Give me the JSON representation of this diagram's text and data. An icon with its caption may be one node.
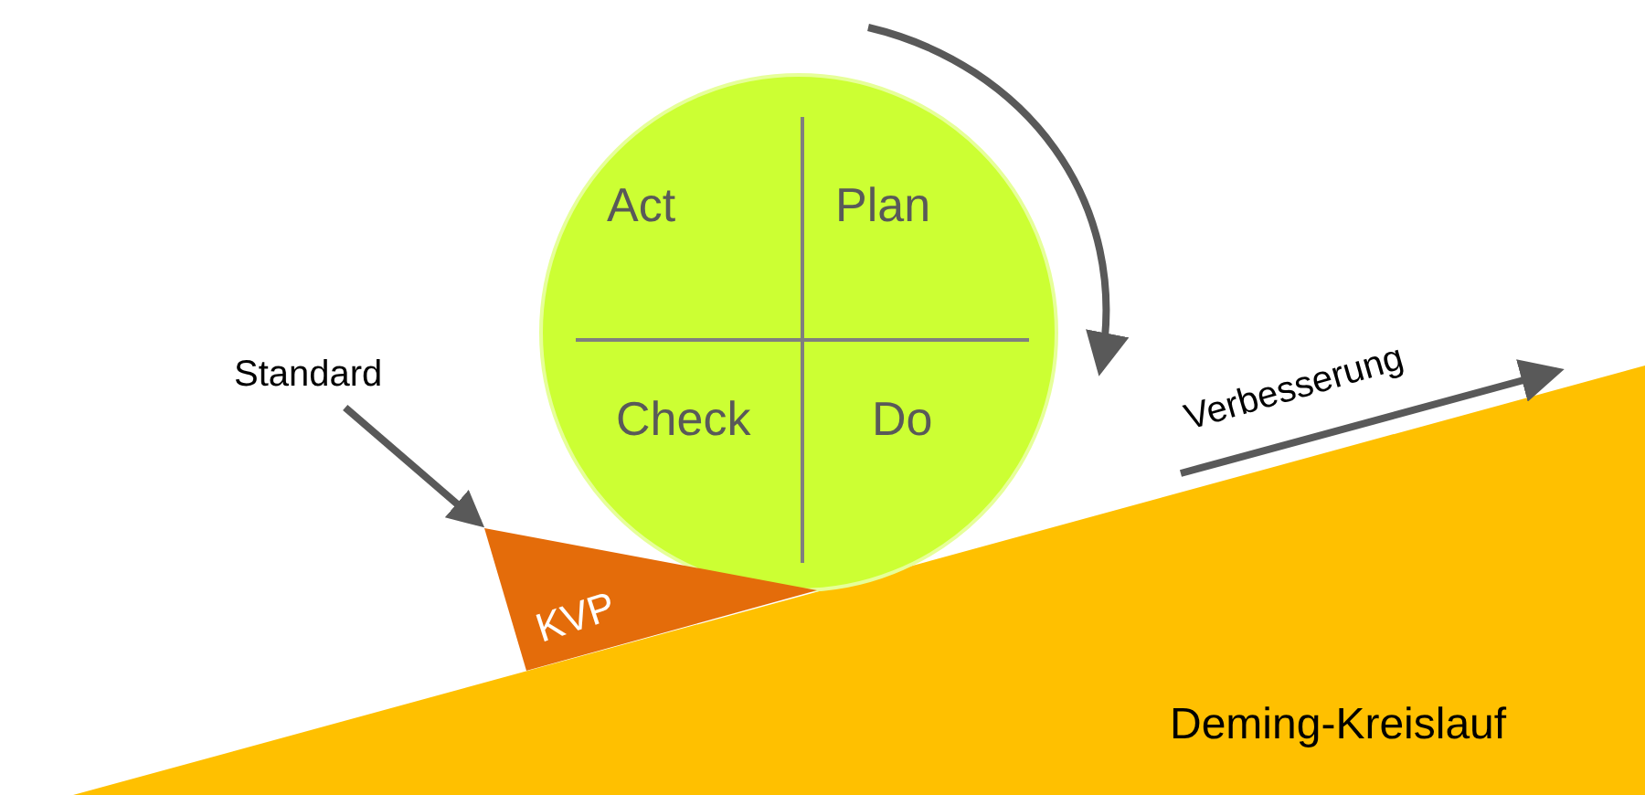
{
  "diagram": {
    "nodes": [
      {
        "text": [],
        "shape": "circle"
      },
      {
        "text": [
          "Act"
        ],
        "in": 0
      },
      {
        "text": [
          "Plan"
        ],
        "in": 0
      },
      {
        "text": [
          "Check"
        ],
        "in": 0
      },
      {
        "text": [
          "Do"
        ],
        "in": 0
      },
      {
        "text": [
          "Standard"
        ]
      },
      {
        "text": [
          "KVP"
        ]
      }
    ],
    "edges": [
      {
        "from": 5,
        "to": 6,
        "arrow": "to"
      }
    ],
    "labels": [
      "Verbesserung",
      "Deming-Kreislauf"
    ]
  }
}
